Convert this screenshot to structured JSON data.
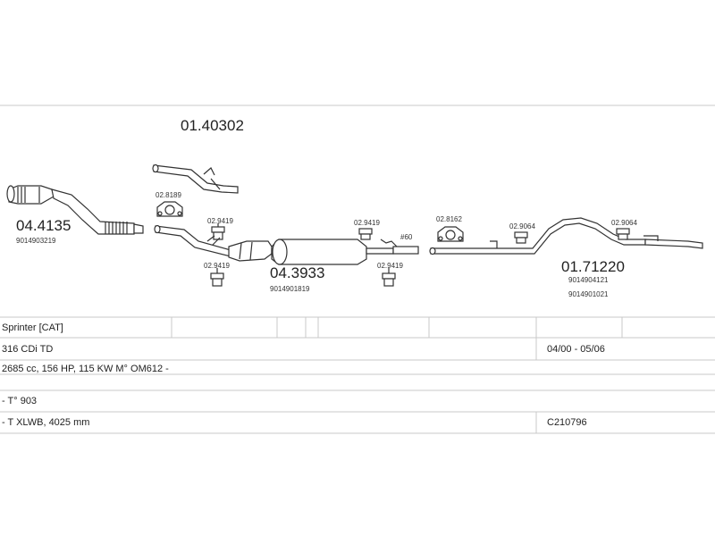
{
  "parts": {
    "p1": {
      "code": "01.40302"
    },
    "p2": {
      "code": "04.4135",
      "ref": "9014903219"
    },
    "p3": {
      "code": "02.8189"
    },
    "p4": {
      "code": "02.9419"
    },
    "p5": {
      "code": "02.9419"
    },
    "p6": {
      "code": "04.3933",
      "ref": "9014901819"
    },
    "p7": {
      "code": "02.9419"
    },
    "p8": {
      "code": "02.9419"
    },
    "p9": {
      "code": "02.8162"
    },
    "p10": {
      "code": "02.9064"
    },
    "p11": {
      "code": "02.9064"
    },
    "p12": {
      "code": "01.71220",
      "ref1": "9014904121",
      "ref2": "9014901021"
    },
    "joint_mark": "#60"
  },
  "table": {
    "rows": [
      {
        "left": "Sprinter  [CAT]",
        "right": ""
      },
      {
        "left": "316 CDi TD",
        "right": "04/00 - 05/06"
      },
      {
        "left": "2685 cc, 156 HP, 115 KW M° OM612 -",
        "right": ""
      },
      {
        "left": "- T° 903",
        "right": ""
      },
      {
        "left": "- T XLWB, 4025 mm",
        "right": "C210796"
      }
    ]
  }
}
